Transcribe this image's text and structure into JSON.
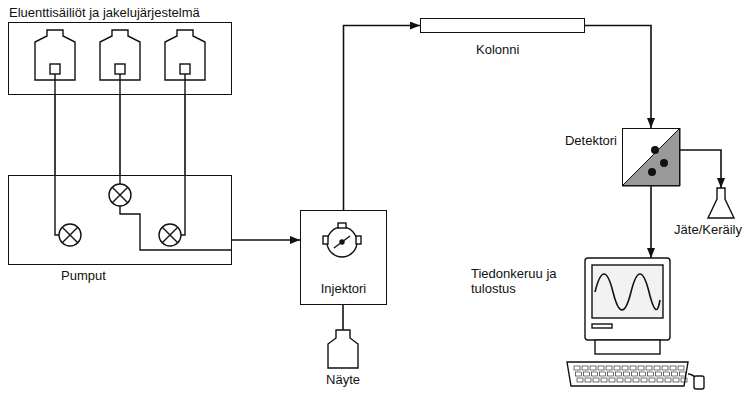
{
  "diagram": {
    "nodes": [
      {
        "text": [
          "Eluenttisäiliöt ja jakelujärjestelmä"
        ]
      },
      {
        "text": [
          "Pumput"
        ]
      },
      {
        "text": [
          "Injektori"
        ]
      },
      {
        "text": [
          "Näyte"
        ]
      },
      {
        "text": [
          "Kolonni"
        ]
      },
      {
        "text": [
          "Detektori"
        ]
      },
      {
        "text": [
          "Jäte/Keräily"
        ]
      },
      {
        "text": [
          "Tiedonkeruu ja tulostus"
        ]
      }
    ],
    "edges": [
      {
        "from": 0,
        "to": 1,
        "arrow": "none"
      },
      {
        "from": 1,
        "to": 2,
        "arrow": "to"
      },
      {
        "from": 3,
        "to": 2,
        "arrow": "none"
      },
      {
        "from": 2,
        "to": 4,
        "arrow": "to"
      },
      {
        "from": 4,
        "to": 5,
        "arrow": "to"
      },
      {
        "from": 5,
        "to": 6,
        "arrow": "to"
      },
      {
        "from": 5,
        "to": 7,
        "arrow": "to"
      }
    ]
  }
}
